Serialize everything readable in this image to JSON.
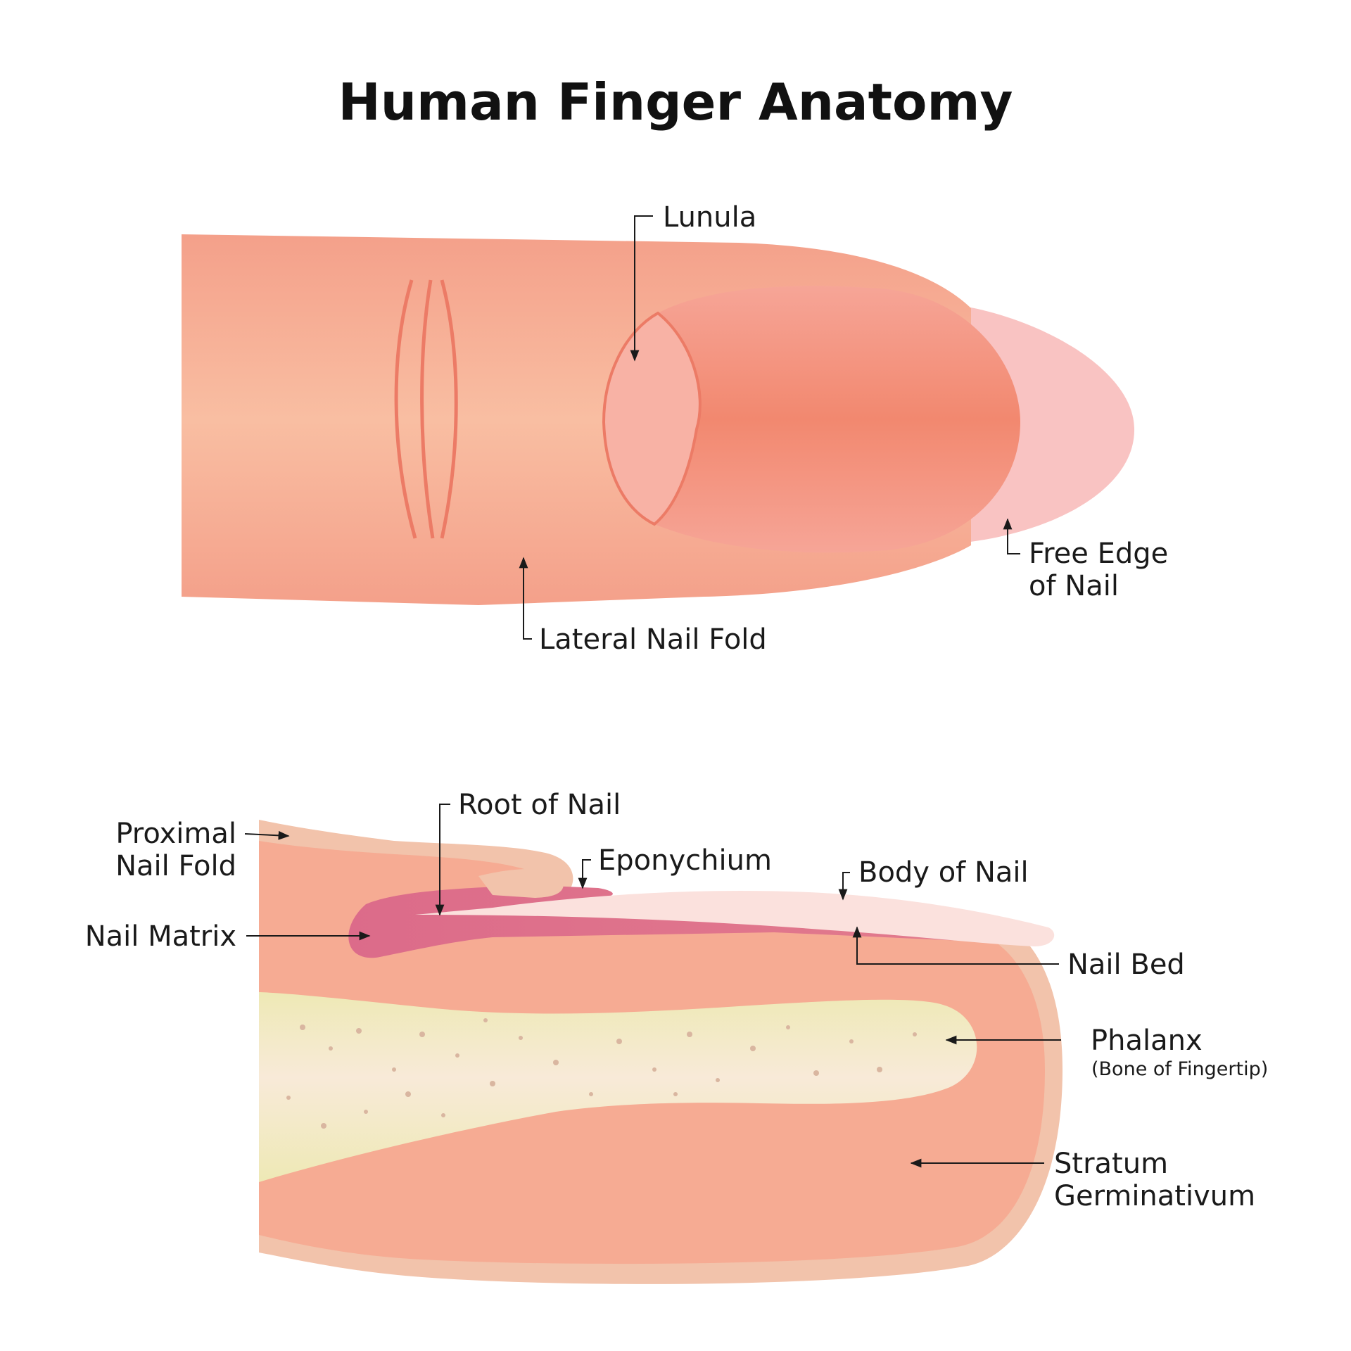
{
  "title": "Human Finger Anatomy",
  "labels": {
    "lunula": "Lunula",
    "free_edge_line1": "Free Edge",
    "free_edge_line2": "of Nail",
    "lateral_nail_fold": "Lateral Nail Fold",
    "root_of_nail": "Root of Nail",
    "proximal_nail_fold_line1": "Proximal",
    "proximal_nail_fold_line2": "Nail Fold",
    "eponychium": "Eponychium",
    "body_of_nail": "Body of Nail",
    "nail_matrix": "Nail Matrix",
    "nail_bed": "Nail Bed",
    "phalanx": "Phalanx",
    "phalanx_sub": "(Bone of Fingertip)",
    "stratum_line1": "Stratum",
    "stratum_line2": "Germinativum"
  },
  "colors": {
    "skin": "#f6a890",
    "skin_light": "#f9bfa2",
    "nail": "#f28b76",
    "lunula": "#f8b1a4",
    "free_edge": "#f9c4c2",
    "outer_skin": "#f2c3ab",
    "matrix": "#de6f8c",
    "bone": "#f3ecc4",
    "bone_spots": "#d9b6a0"
  }
}
